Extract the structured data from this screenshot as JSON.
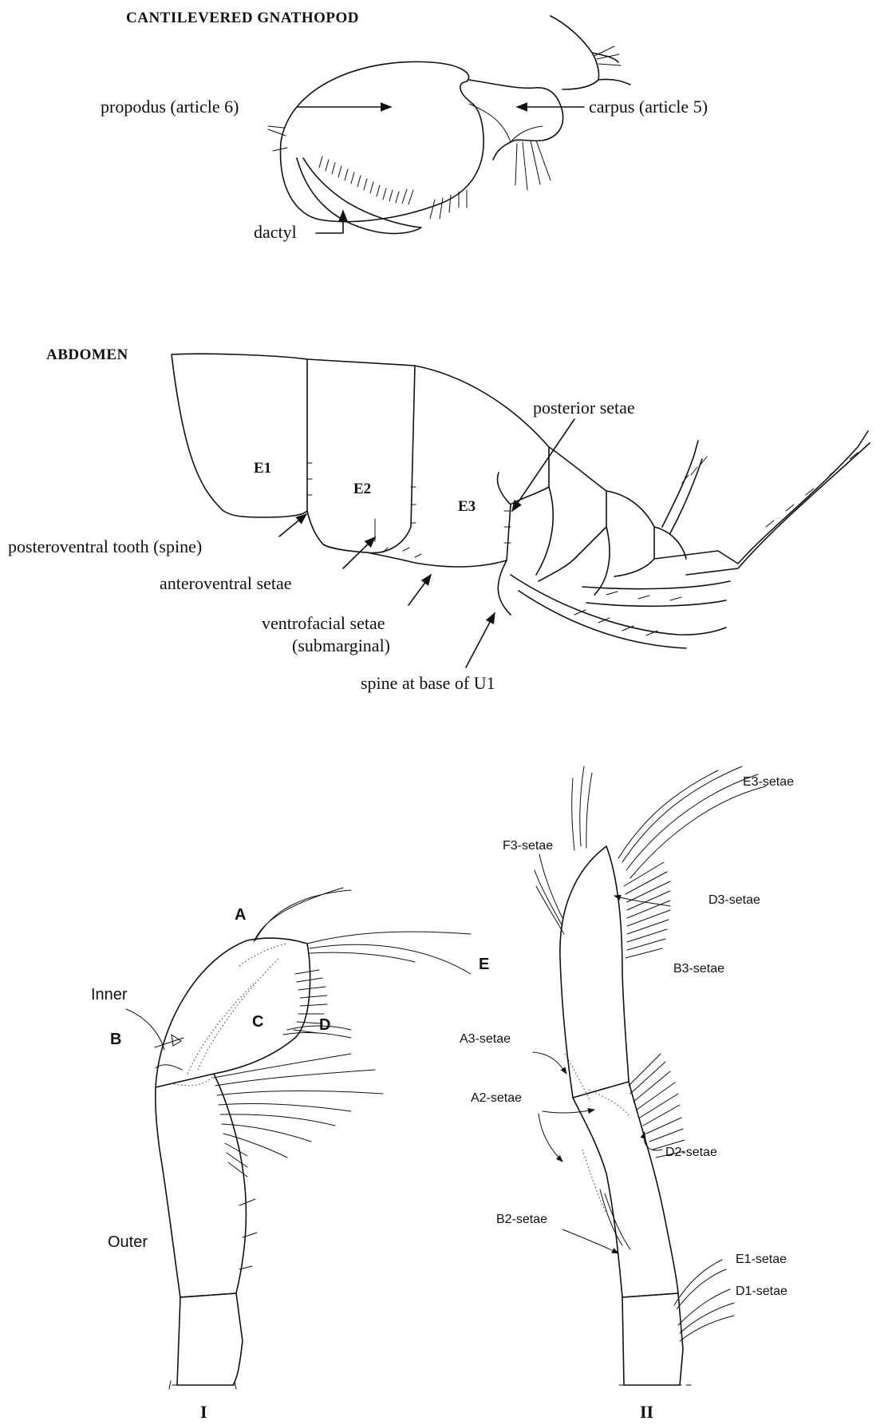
{
  "gnathopod": {
    "heading": "CANTILEVERED GNATHOPOD",
    "propodus_label": "propodus (article 6)",
    "carpus_label": "carpus (article 5)",
    "dactyl_label": "dactyl"
  },
  "abdomen": {
    "heading": "ABDOMEN",
    "segments": [
      "E1",
      "E2",
      "E3"
    ],
    "posterior_setae": "posterior setae",
    "posteroventral_tooth": "posteroventral tooth (spine)",
    "anteroventral_setae": "anteroventral setae",
    "ventrofacial_setae_line1": "ventrofacial setae",
    "ventrofacial_setae_line2": "(submarginal)",
    "spine_base_u1": "spine at base of U1"
  },
  "appendage_I": {
    "numeral": "I",
    "inner": "Inner",
    "outer": "Outer",
    "A": "A",
    "B": "B",
    "C": "C",
    "D": "D",
    "E": "E"
  },
  "appendage_II": {
    "numeral": "II",
    "E3": "E3-setae",
    "F3": "F3-setae",
    "D3": "D3-setae",
    "B3": "B3-setae",
    "A3": "A3-setae",
    "A2": "A2-setae",
    "D2": "D2-setae",
    "B2": "B2-setae",
    "E1": "E1-setae",
    "D1": "D1-setae"
  }
}
